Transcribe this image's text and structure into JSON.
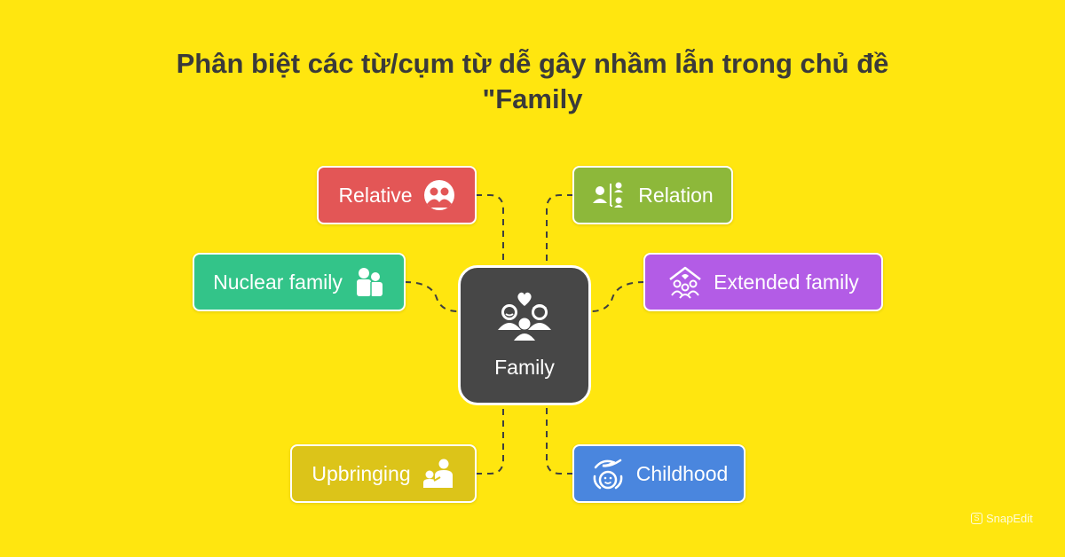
{
  "title": {
    "line1": "Phân biệt các từ/cụm từ dễ gây nhầm lẫn trong chủ đề",
    "line2": "\"Family"
  },
  "center": {
    "label": "Family",
    "icon": "family-icon"
  },
  "nodes": {
    "relative": {
      "label": "Relative",
      "color": "#E35656",
      "icon": "people-circle-icon"
    },
    "relation": {
      "label": "Relation",
      "color": "#8DB83A",
      "icon": "relation-tree-icon"
    },
    "nuclear": {
      "label": "Nuclear family",
      "color": "#33C489",
      "icon": "couple-icon"
    },
    "extended": {
      "label": "Extended family",
      "color": "#B35CE6",
      "icon": "house-family-icon"
    },
    "upbringing": {
      "label": "Upbringing",
      "color": "#DCC419",
      "icon": "parent-child-icon"
    },
    "childhood": {
      "label": "Childhood",
      "color": "#4A86DE",
      "icon": "child-care-icon"
    }
  },
  "watermark": "SnapEdit",
  "colors": {
    "background": "#FFE60F",
    "center": "#474747",
    "title": "#3a3a3a"
  }
}
